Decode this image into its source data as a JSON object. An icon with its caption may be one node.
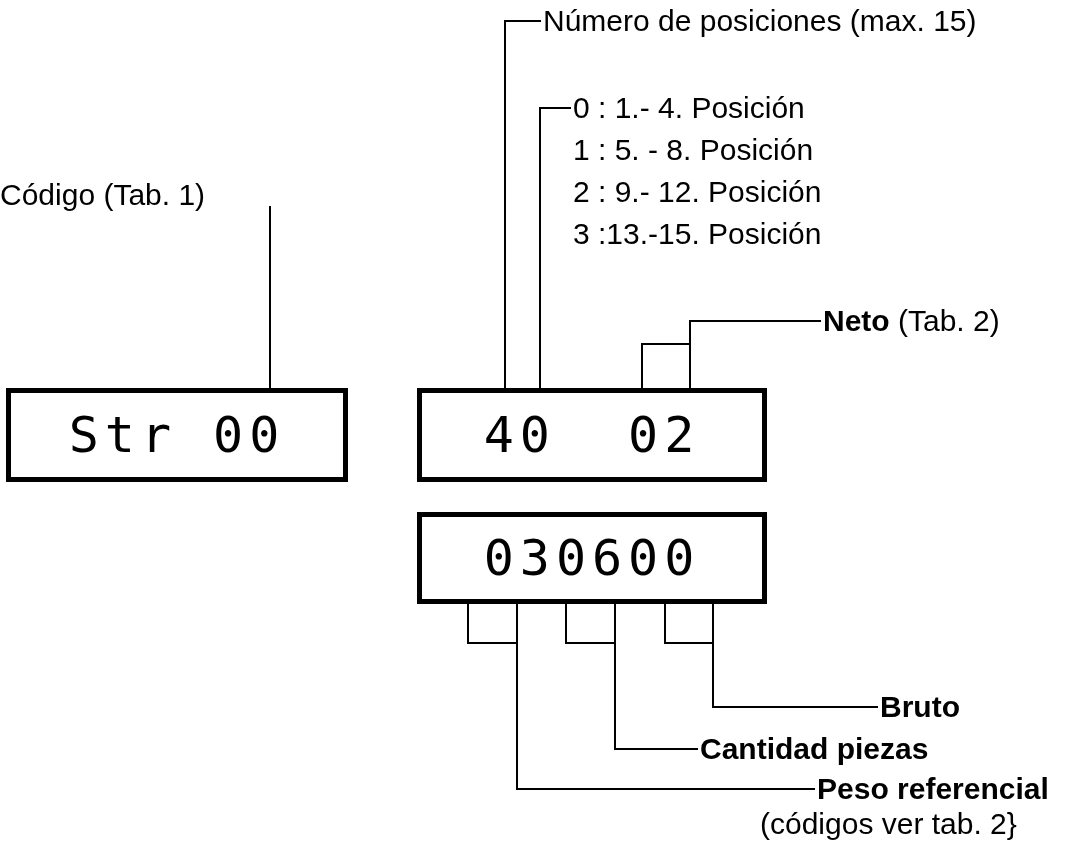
{
  "diagram": {
    "nodes": [
      {
        "text": [
          "Str 00"
        ]
      },
      {
        "text": [
          "40  02"
        ]
      },
      {
        "text": [
          "030600"
        ]
      },
      {
        "text": [
          "Código (Tab. 1)"
        ]
      },
      {
        "text": [
          "Número de posiciones (max. 15)"
        ]
      },
      {
        "text": [
          "0 :  1.-  4. Posición",
          "1 :  5. - 8. Posición",
          "2 : 9.- 12. Posición",
          "3 :13.-15. Posición"
        ]
      },
      {
        "text": [
          "**Neto** (Tab. 2)"
        ]
      },
      {
        "text": [
          "Bruto"
        ]
      },
      {
        "text": [
          "Cantidad piezas"
        ]
      },
      {
        "text": [
          "Peso referencial"
        ],
        "beside": [
          "(códigos ver tab. 2}"
        ]
      }
    ],
    "edges": [
      {
        "from": 3,
        "to": 0,
        "arrow": "none"
      },
      {
        "from": 4,
        "to": 1,
        "arrow": "none"
      },
      {
        "from": 5,
        "to": 1,
        "arrow": "none"
      },
      {
        "from": 6,
        "to": 1,
        "arrow": "none"
      },
      {
        "from": 7,
        "to": 2,
        "arrow": "none"
      },
      {
        "from": 8,
        "to": 2,
        "arrow": "none"
      },
      {
        "from": 9,
        "to": 2,
        "arrow": "none"
      }
    ]
  }
}
